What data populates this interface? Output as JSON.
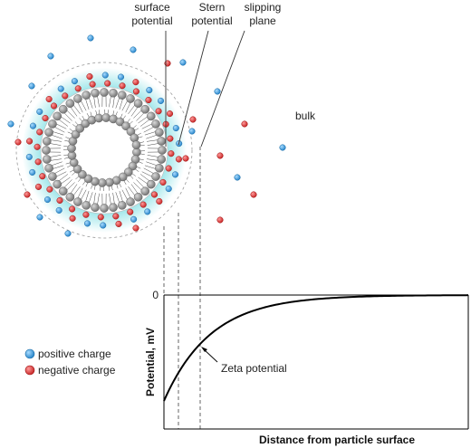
{
  "labels": {
    "surface_line1": "surface",
    "surface_line2": "potential",
    "stern_line1": "Stern",
    "stern_line2": "potential",
    "slip_line1": "slipping",
    "slip_line2": "plane",
    "bulk": "bulk",
    "zeta": "Zeta potential",
    "zero": "0",
    "ylabel": "Potential, mV",
    "xlabel": "Distance from particle surface"
  },
  "legend": [
    {
      "label": "positive charge",
      "color": "#3a9fe0"
    },
    {
      "label": "negative charge",
      "color": "#e04040"
    }
  ],
  "colors": {
    "positive": "#3a9fe0",
    "negative": "#e04040",
    "lipid_head": "#8a8a8a",
    "halo": "#5fd6dc",
    "curve": "#000000"
  },
  "bilayer": {
    "outer_heads": 40,
    "inner_heads": 28
  },
  "chart_data": {
    "type": "line",
    "xlabel": "Distance from particle surface",
    "ylabel": "Potential, mV",
    "y_ticks": [
      "0"
    ],
    "curve": "exponential decay approaching 0",
    "annotation": "Zeta potential"
  }
}
